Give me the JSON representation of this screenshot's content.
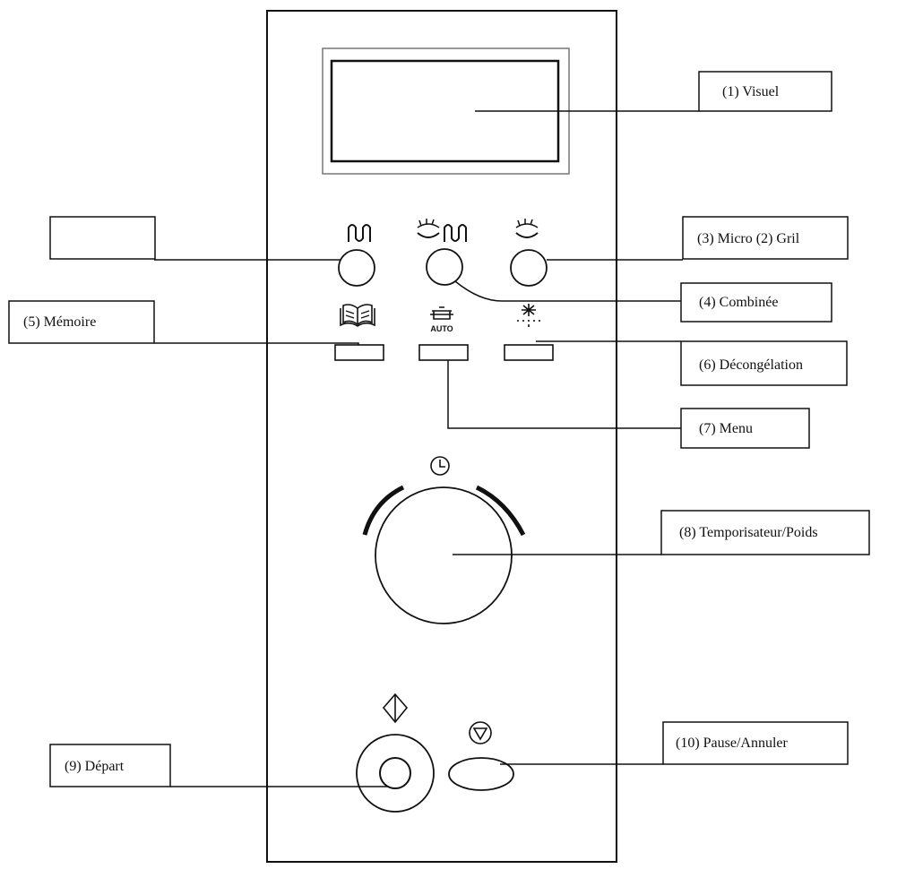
{
  "labels": {
    "visuel": "(1) Visuel",
    "micro_gril": "(3) Micro (2) Gril",
    "combinee": "(4) Combinée",
    "memoire": "(5) Mémoire",
    "decongelation": "(6) Décongélation",
    "menu": "(7) Menu",
    "temporisateur": "(8) Temporisateur/Poids",
    "depart": "(9) Départ",
    "pause": "(10) Pause/Annuler"
  },
  "panel": {
    "auto_text": "AUTO"
  },
  "icons": [
    "grill-icon",
    "micro-grill-icon",
    "microwave-icon",
    "book-icon",
    "auto-pot-icon",
    "defrost-icon",
    "clock-icon",
    "start-icon",
    "stop-icon"
  ]
}
